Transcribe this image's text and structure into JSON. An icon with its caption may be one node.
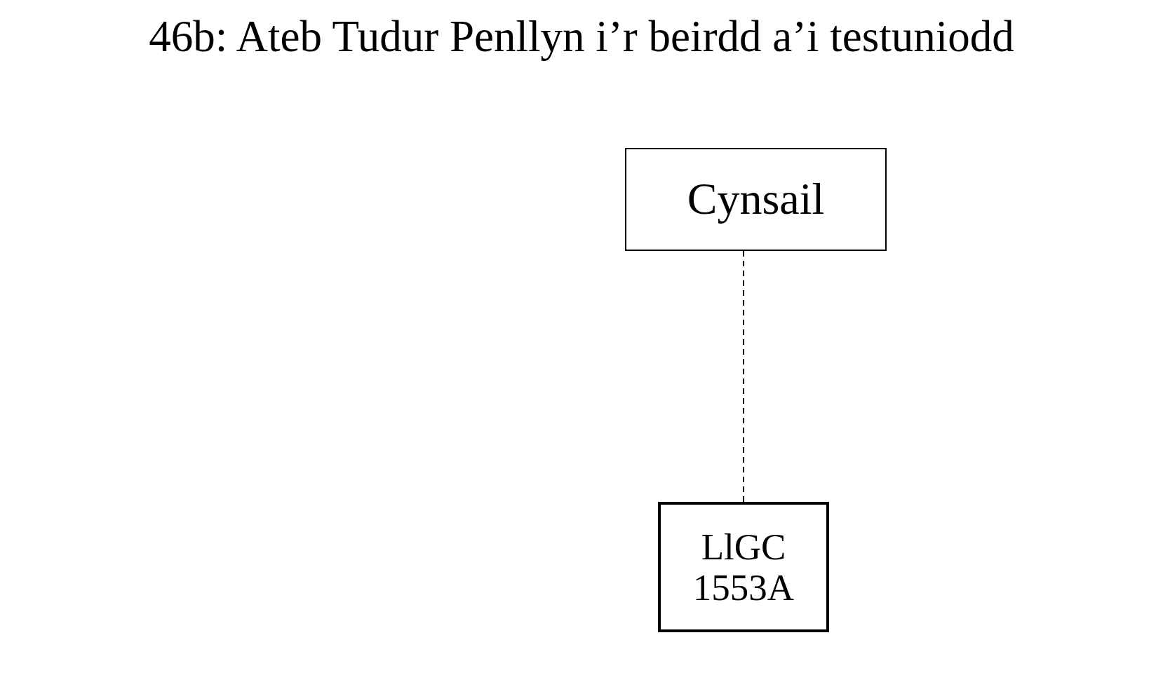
{
  "diagram": {
    "title": "46b: Ateb Tudur Penllyn i’r beirdd a’i testuniodd",
    "nodes": [
      {
        "text": [
          "Cynsail"
        ]
      },
      {
        "text": [
          "LlGC 1553A"
        ]
      }
    ],
    "edges": [
      {
        "from": 0,
        "to": 1,
        "arrow": "none",
        "style": "dashed"
      }
    ]
  }
}
